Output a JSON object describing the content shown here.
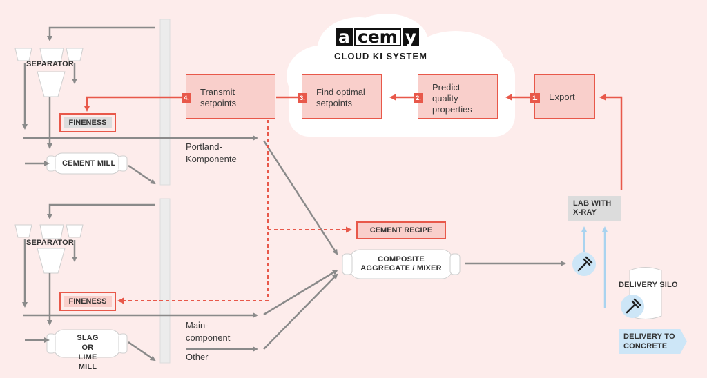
{
  "logo": {
    "parts": [
      "a",
      "cem",
      "y"
    ]
  },
  "cloud": {
    "title": "CLOUD KI SYSTEM"
  },
  "steps": [
    {
      "num": "1.",
      "label": "Export"
    },
    {
      "num": "2.",
      "label": "Predict quality properties",
      "lines": [
        "Predict",
        "quality",
        "properties"
      ]
    },
    {
      "num": "3.",
      "label": "Find optimal setpoints",
      "lines": [
        "Find optimal",
        "setpoints"
      ]
    },
    {
      "num": "4.",
      "label": "Transmit setpoints",
      "lines": [
        "Transmit",
        "setpoints"
      ]
    }
  ],
  "plant": {
    "separator_top": "SEPARATOR",
    "separator_bottom": "SEPARATOR",
    "fineness_top": "FINENESS",
    "fineness_bottom": "FINENESS",
    "cement_mill": "CEMENT MILL",
    "slag_mill": [
      "SLAG OR",
      "LIME MILL"
    ],
    "portland": [
      "Portland-",
      "Komponente"
    ],
    "main_component": [
      "Main-",
      "component"
    ],
    "other": "Other",
    "cement_recipe": "CEMENT RECIPE",
    "mixer": [
      "COMPOSITE",
      "AGGREGATE / MIXER"
    ],
    "lab": [
      "LAB WITH",
      "X-RAY"
    ],
    "delivery_silo": "DELIVERY SILO",
    "delivery_concrete": [
      "DELIVERY TO",
      "CONCRETE"
    ]
  },
  "colors": {
    "accent": "#e8584a",
    "box_fill": "#f9cfcb",
    "gray": "#8a8a8a",
    "background": "#fdeceb",
    "blue": "#cde6f7"
  },
  "icons": [
    "pipette-icon",
    "pipette-icon"
  ]
}
